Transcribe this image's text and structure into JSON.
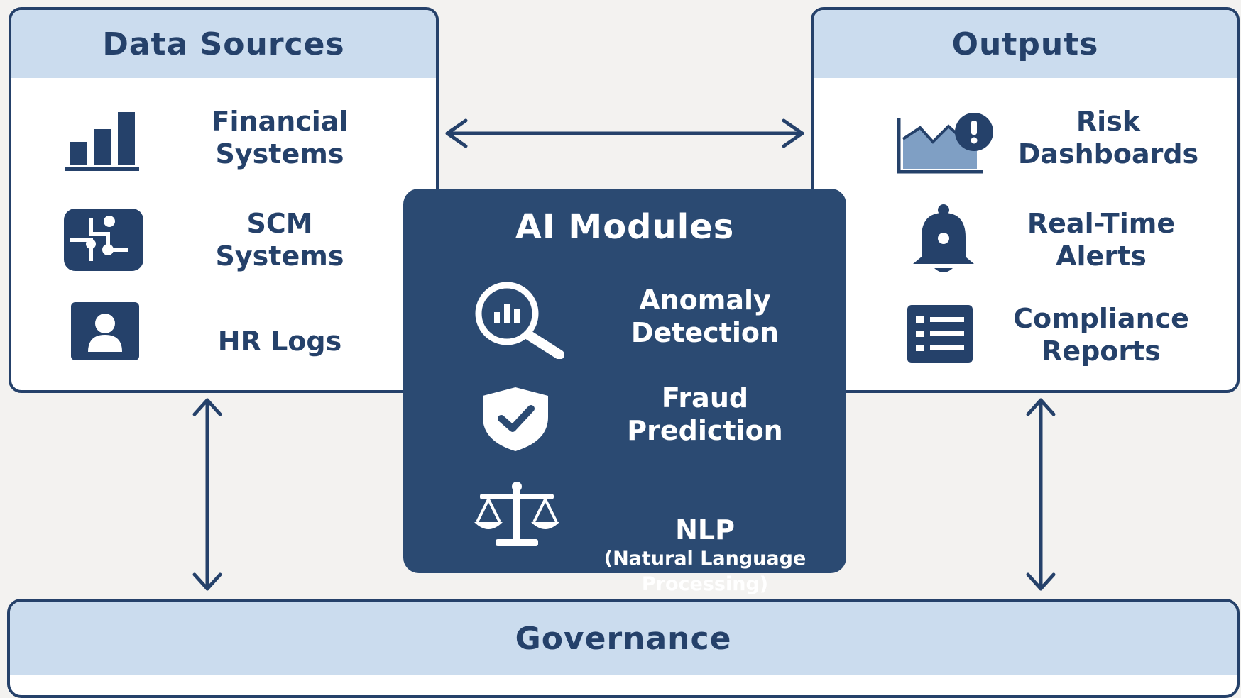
{
  "data_sources": {
    "title": "Data Sources",
    "items": [
      {
        "label": "Financial\nSystems",
        "icon": "bar-chart-icon"
      },
      {
        "label": "SCM\nSystems",
        "icon": "puzzle-icon"
      },
      {
        "label": "HR Logs",
        "icon": "user-icon"
      }
    ]
  },
  "ai_modules": {
    "title": "AI Modules",
    "items": [
      {
        "label": "Anomaly\nDetection",
        "icon": "magnifier-chart-icon"
      },
      {
        "label": "Fraud\nPrediction",
        "icon": "shield-check-icon"
      },
      {
        "label": "NLP",
        "sub": "(Natural Language\nProcessing)",
        "icon": "scales-icon"
      }
    ]
  },
  "outputs": {
    "title": "Outputs",
    "items": [
      {
        "label": "Risk\nDashboards",
        "icon": "dashboard-alert-icon"
      },
      {
        "label": "Real-Time\nAlerts",
        "icon": "bell-icon"
      },
      {
        "label": "Compliance\nReports",
        "icon": "list-icon"
      }
    ]
  },
  "governance": {
    "title": "Governance"
  },
  "colors": {
    "navy": "#25416a",
    "header_fill": "#cbdcee",
    "background": "#f3f2f0",
    "ai_fill": "#2b4a72"
  }
}
